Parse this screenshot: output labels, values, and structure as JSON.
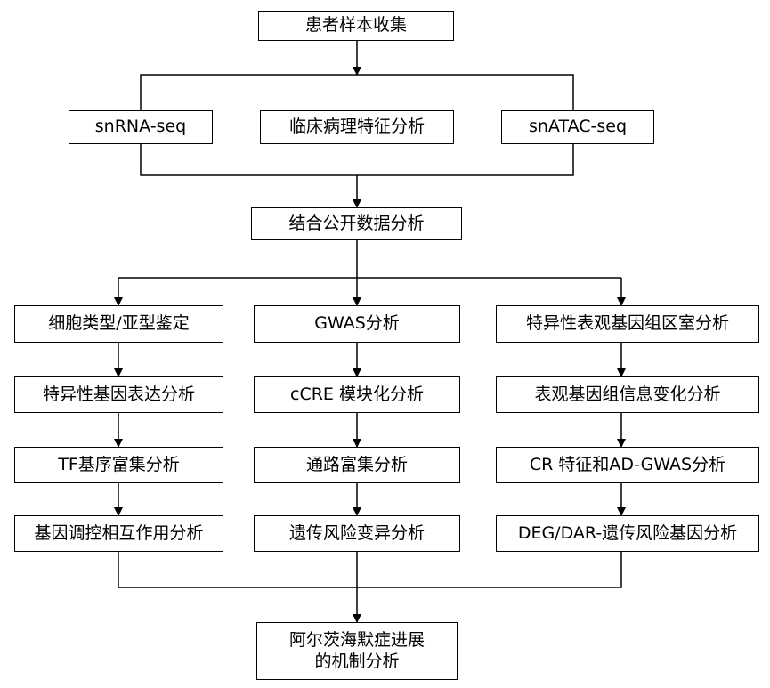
{
  "nodes": {
    "sample_collection": "患者样本收集",
    "snrna_seq": "snRNA-seq",
    "clinicopathology": "临床病理特征分析",
    "snatac_seq": "snATAC-seq",
    "public_data": "结合公开数据分析",
    "cell_type": "细胞类型/亚型鉴定",
    "specific_gene_expr": "特异性基因表达分析",
    "tf_enrichment": "TF基序富集分析",
    "gene_regulation": "基因调控相互作用分析",
    "gwas": "GWAS分析",
    "ccre_module": "cCRE 模块化分析",
    "pathway_enrichment": "通路富集分析",
    "genetic_risk_variant": "遗传风险变异分析",
    "epigenome_compartment": "特异性表观基因组区室分析",
    "epigenome_info_change": "表观基因组信息变化分析",
    "cr_ad_gwas": "CR 特征和AD-GWAS分析",
    "deg_dar": "DEG/DAR-遗传风险基因分析",
    "final_line1": "阿尔茨海默症进展",
    "final_line2": "的机制分析"
  }
}
